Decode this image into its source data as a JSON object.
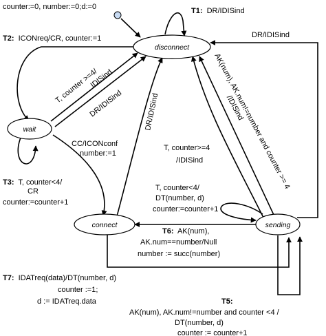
{
  "init": "counter:=0, number:=0;d:=0",
  "states": {
    "disconnect": "disconnect",
    "wait": "wait",
    "connect": "connect",
    "sending": "sending"
  },
  "t1": {
    "id": "T1:",
    "text": "DR/IDISind"
  },
  "t2": {
    "id": "T2:",
    "text": "ICONreq/CR, counter:=1"
  },
  "dr_right": "DR/IDISind",
  "wait_to_disc": {
    "line1": "T, counter >=4/",
    "line2": "IDISind"
  },
  "wait_dr": "DR/IDISind",
  "connect_dr": "DR/IDISind",
  "ak_diag": {
    "line1": "AK(num), AK.num!=number and counter >= 4",
    "line2": "/IDISind"
  },
  "sending_to_disc": {
    "line1": "T, counter>=4",
    "line2": "/IDISind"
  },
  "cc": {
    "line1": "CC/ICONconf",
    "line2": "number:=1"
  },
  "t3": {
    "id": "T3:",
    "text": "T, counter<4/",
    "line2": "CR",
    "line3": "counter:=counter+1"
  },
  "t_loop": {
    "line1": "T, counter<4/",
    "line2": "DT(number, d)",
    "line3": "counter:=counter+1"
  },
  "t6": {
    "id": "T6:",
    "text": "AK(num),",
    "line2": "AK.num==number/Null",
    "line3": "number := succ(number)"
  },
  "t7": {
    "id": "T7:",
    "text": "IDATreq(data)/DT(number, d)",
    "line2": "counter :=1;",
    "line3": "d := IDATreq.data"
  },
  "t5": {
    "id": "T5:",
    "line1": "AK(num), AK.num!=number and counter <4 /",
    "line2": "DT(number, d)",
    "line3": "counter := counter+1"
  }
}
